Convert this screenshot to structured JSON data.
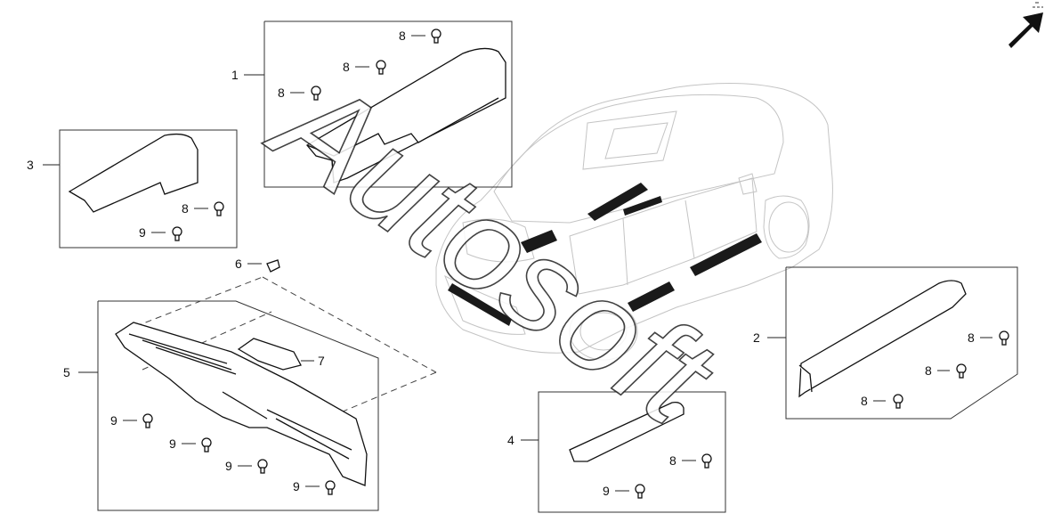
{
  "diagram": {
    "watermark": "Autosoft",
    "front_arrow_icon": "front-direction-arrow",
    "callouts": [
      {
        "id": "c1",
        "label": "1"
      },
      {
        "id": "c2",
        "label": "2"
      },
      {
        "id": "c3",
        "label": "3"
      },
      {
        "id": "c4",
        "label": "4"
      },
      {
        "id": "c5",
        "label": "5"
      },
      {
        "id": "c6",
        "label": "6"
      },
      {
        "id": "c7",
        "label": "7"
      },
      {
        "id": "c8a",
        "label": "8"
      },
      {
        "id": "c8b",
        "label": "8"
      },
      {
        "id": "c8c",
        "label": "8"
      },
      {
        "id": "c8d",
        "label": "8"
      },
      {
        "id": "c8e",
        "label": "8"
      },
      {
        "id": "c8f",
        "label": "8"
      },
      {
        "id": "c8g",
        "label": "8"
      },
      {
        "id": "c8h",
        "label": "8"
      },
      {
        "id": "c9a",
        "label": "9"
      },
      {
        "id": "c9b",
        "label": "9"
      },
      {
        "id": "c9c",
        "label": "9"
      },
      {
        "id": "c9d",
        "label": "9"
      },
      {
        "id": "c9e",
        "label": "9"
      },
      {
        "id": "c9f",
        "label": "9"
      }
    ]
  }
}
